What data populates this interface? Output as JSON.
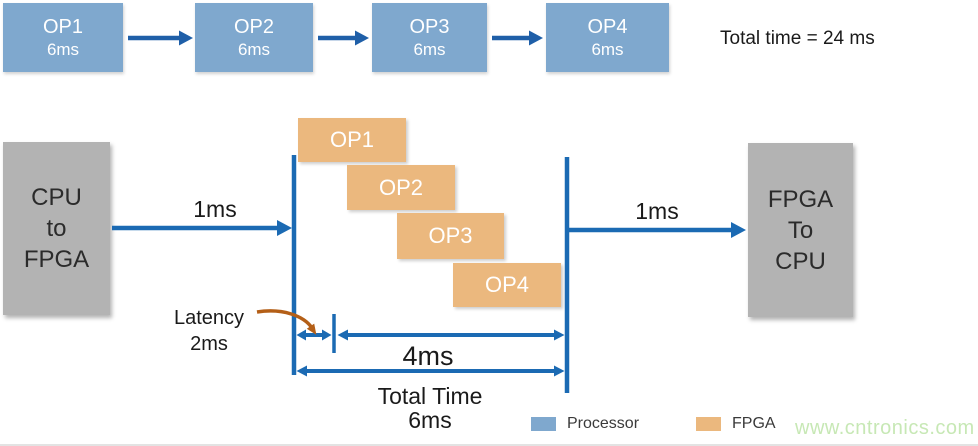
{
  "colors": {
    "processor_blue": "#7FA8CE",
    "fpga_orange": "#EBB87E",
    "arrow_blue": "#1B6AB3",
    "dark_arrow_blue": "#1F5FA8",
    "gray_box": "#B3B3B3",
    "latency_arrow_brown": "#B45F17",
    "watermark_green": "#C7E8B5"
  },
  "sequential_pipeline": {
    "stages": [
      {
        "label": "OP1",
        "time": "6ms"
      },
      {
        "label": "OP2",
        "time": "6ms"
      },
      {
        "label": "OP3",
        "time": "6ms"
      },
      {
        "label": "OP4",
        "time": "6ms"
      }
    ],
    "total_time_label": "Total time = 24 ms"
  },
  "pipelined_diagram": {
    "cpu_to_fpga_box": {
      "lines": [
        "CPU",
        "to",
        "FPGA"
      ]
    },
    "fpga_to_cpu_box": {
      "lines": [
        "FPGA",
        "To",
        "CPU"
      ]
    },
    "transfer_in_label": "1ms",
    "transfer_out_label": "1ms",
    "ops": [
      {
        "label": "OP1"
      },
      {
        "label": "OP2"
      },
      {
        "label": "OP3"
      },
      {
        "label": "OP4"
      }
    ],
    "latency_label": {
      "line1": "Latency",
      "line2": "2ms"
    },
    "pipeline_window_label": "4ms",
    "total_time_label": {
      "line1": "Total Time",
      "line2": "6ms"
    }
  },
  "legend": {
    "items": [
      {
        "label": "Processor",
        "color": "#7FA8CE"
      },
      {
        "label": "FPGA",
        "color": "#EBB87E"
      }
    ]
  },
  "watermark": "www.cntronics.com"
}
